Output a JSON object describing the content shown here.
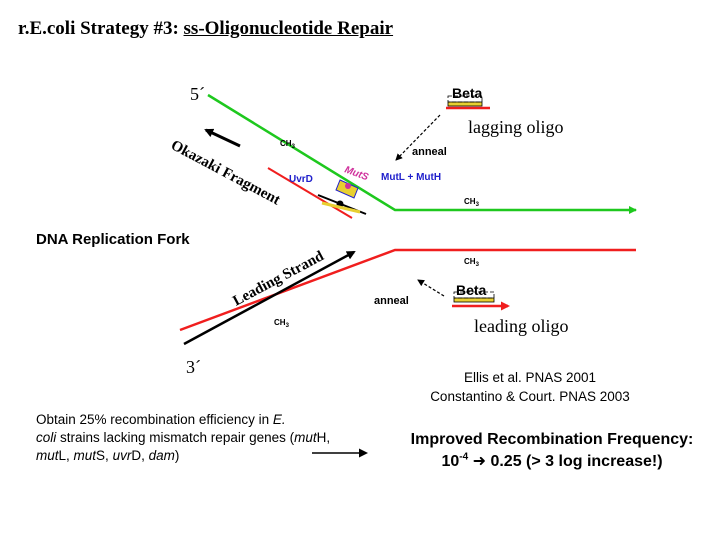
{
  "title": {
    "prefix": "r.E.coli Strategy #3: ",
    "underlined": "ss-Oligonucleotide Repair"
  },
  "diagram": {
    "label_5prime": "5´",
    "label_3prime": "3´",
    "beta_top": "Beta",
    "lagging_oligo": "lagging oligo",
    "anneal_top": "anneal",
    "ch3_top_left": "CH3",
    "okazaki": "Okazaki Fragment",
    "uvrd": "UvrD",
    "muts": "MutS",
    "mutl_muth": "MutL + MutH",
    "ch3_green_right": "CH3",
    "fork_label": "DNA Replication Fork",
    "ch3_red_right": "CH3",
    "leading_strand": "Leading Strand",
    "anneal_bottom": "anneal",
    "beta_bottom": "Beta",
    "ch3_bottom_left": "CH3",
    "leading_oligo": "leading oligo"
  },
  "refs": {
    "line1": "Ellis et al. PNAS 2001",
    "line2": "Constantino & Court. PNAS 2003"
  },
  "obtain": {
    "t1": "Obtain 25% recombination efficiency in ",
    "e": "E.",
    "coli": "coli",
    "t2": " strains lacking mismatch repair genes (",
    "g1": "mut",
    "g1b": "H, ",
    "g2": "mut",
    "g2b": "L, ",
    "g3": "mut",
    "g3b": "S, ",
    "g4": "uvr",
    "g4b": "D, ",
    "g5": "dam",
    "t3": ")"
  },
  "improved": {
    "line1": "Improved Recombination Frequency:",
    "from_base": "10",
    "from_exp": "-4",
    "to_value": "0.25",
    "increase": "(> 3 log increase!)"
  },
  "colors": {
    "green": "#1ec81e",
    "red": "#f01e1e",
    "black": "#000000",
    "blue": "#2020cc",
    "magenta": "#d0309c",
    "gold": "#e8d030"
  }
}
